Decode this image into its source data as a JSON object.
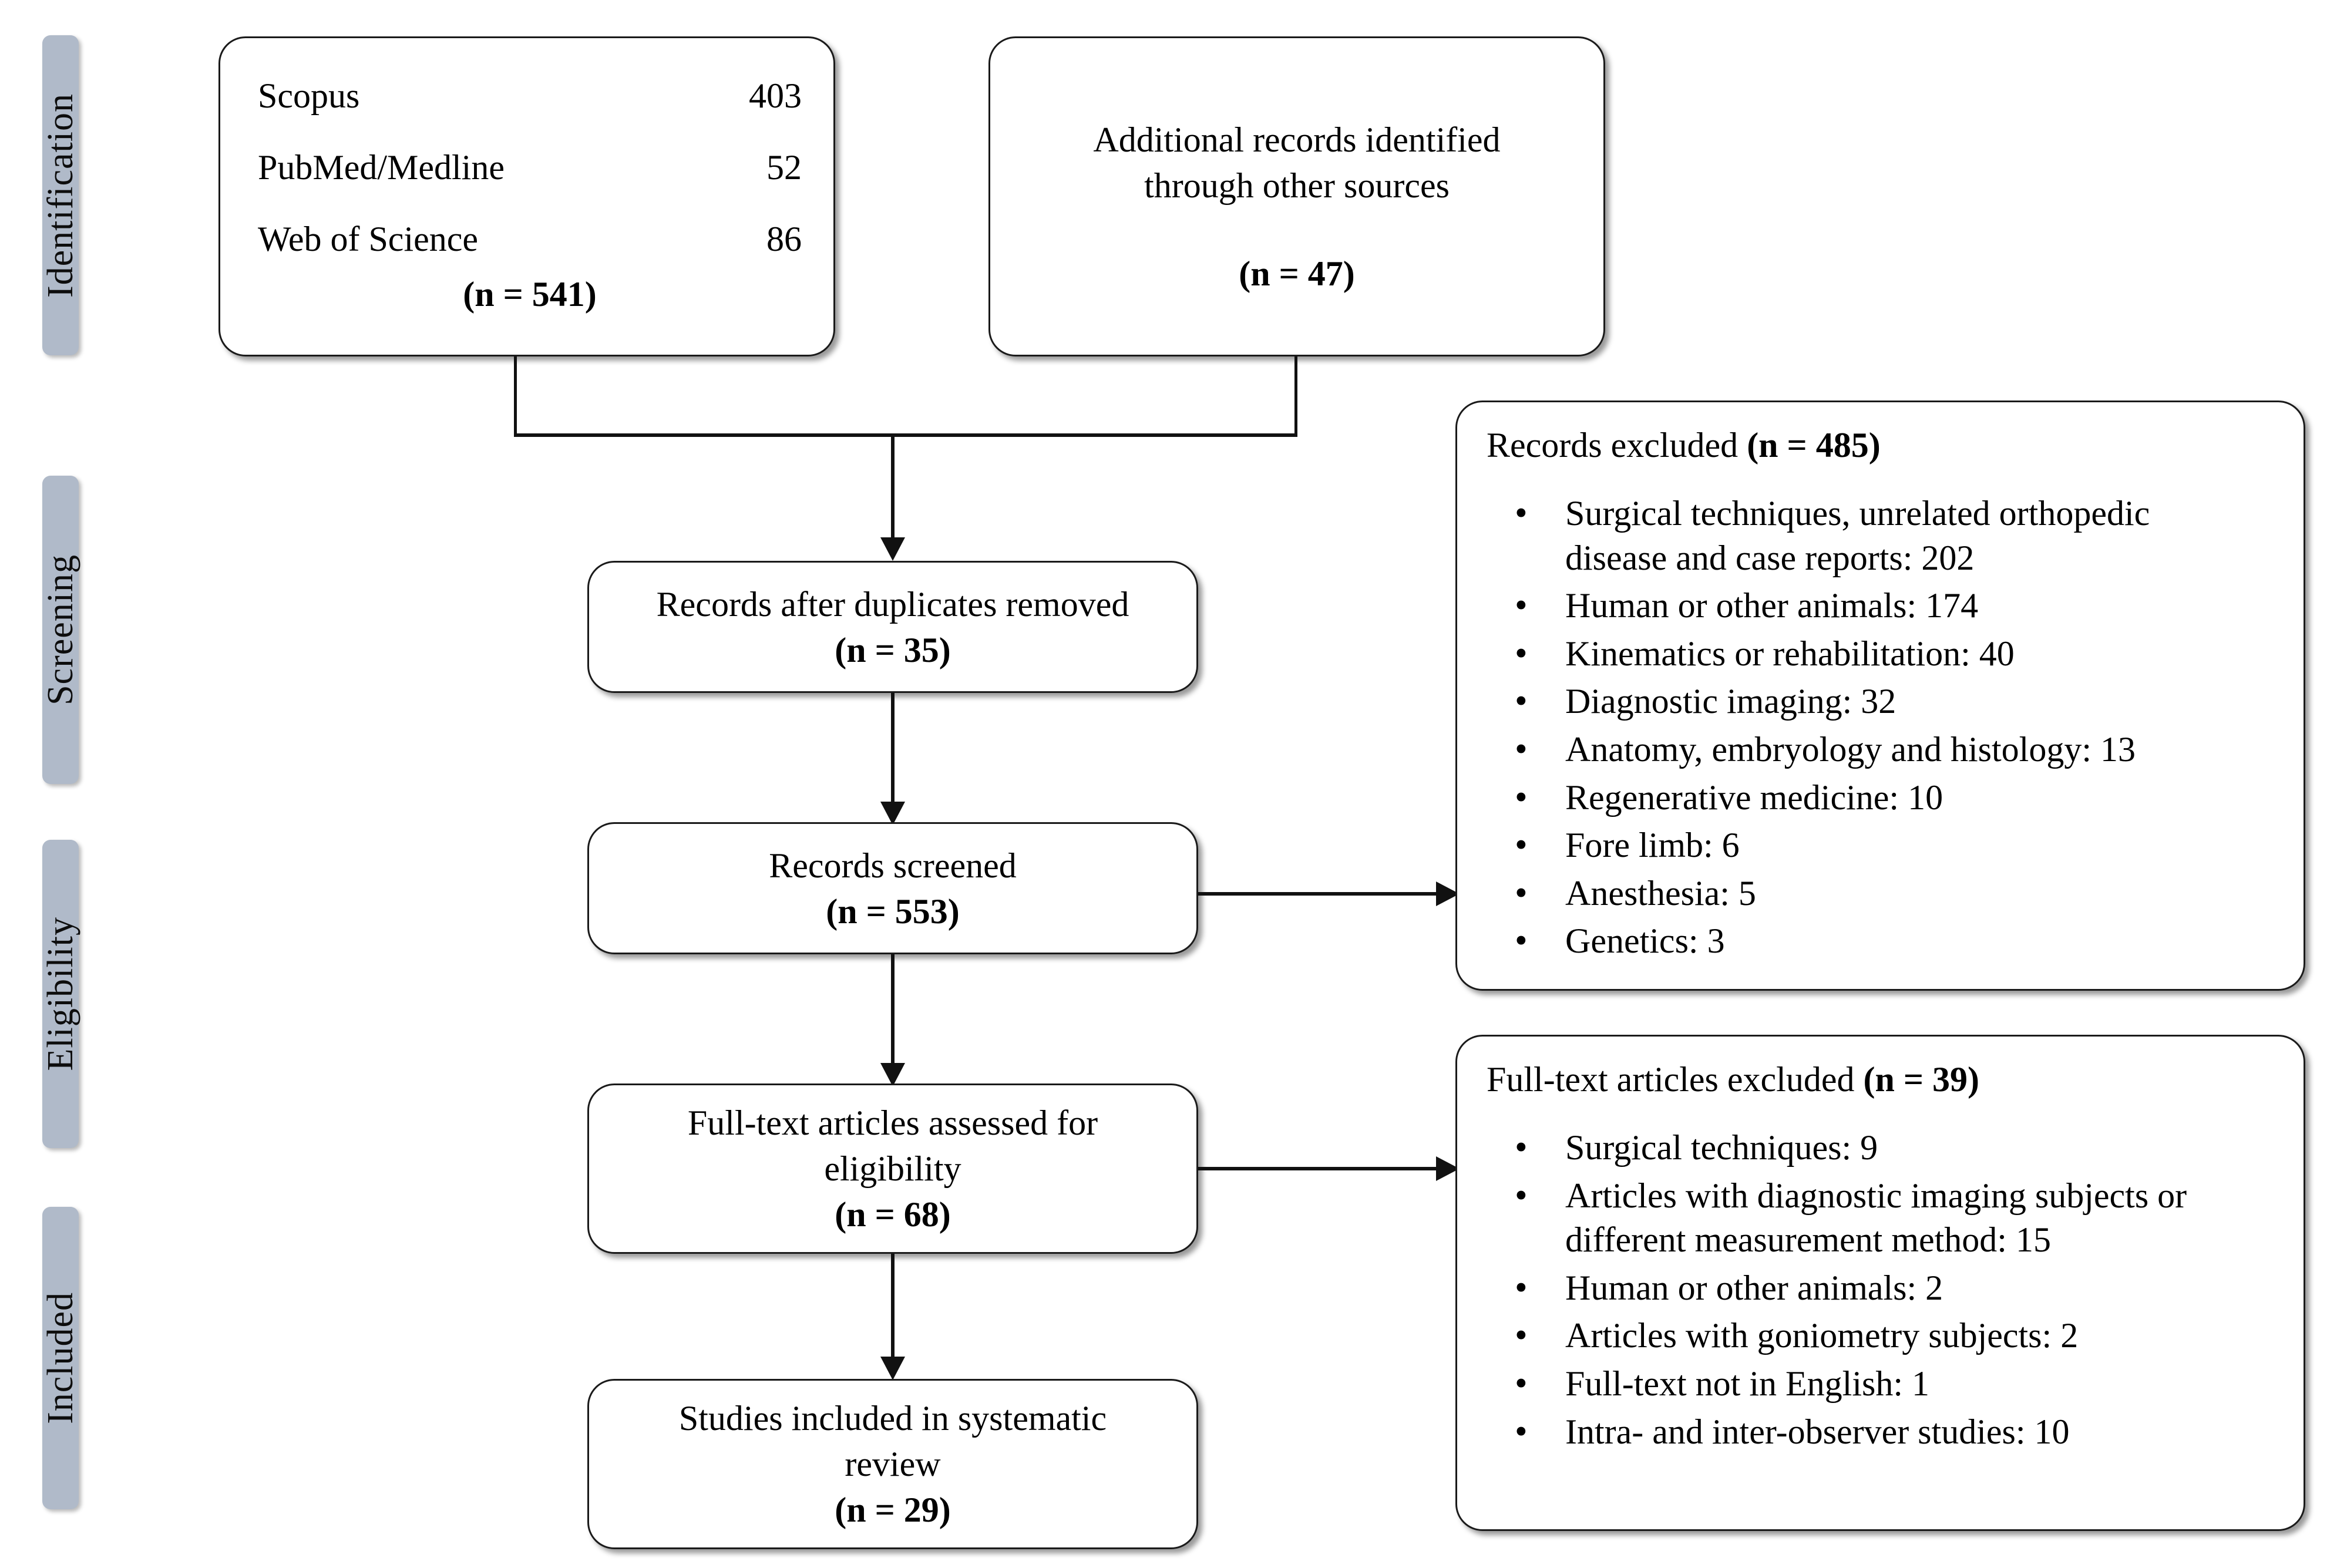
{
  "phases": [
    {
      "label": "Identification"
    },
    {
      "label": "Screening"
    },
    {
      "label": "Eligibility"
    },
    {
      "label": "Included"
    }
  ],
  "sources_box": {
    "rows": [
      {
        "name": "Scopus",
        "count": "403"
      },
      {
        "name": "PubMed/Medline",
        "count": "52"
      },
      {
        "name": "Web of Science",
        "count": "86"
      }
    ],
    "total": "(n = 541)"
  },
  "additional_box": {
    "line1": "Additional records identified",
    "line2": "through other sources",
    "total": "(n = 47)"
  },
  "duplicates_box": {
    "line1": "Records after duplicates removed",
    "total": "(n = 35)"
  },
  "screened_box": {
    "line1": "Records screened",
    "total": "(n = 553)"
  },
  "fulltext_box": {
    "line1": "Full-text articles assessed for",
    "line2": "eligibility",
    "total": "(n = 68)"
  },
  "included_box": {
    "line1": "Studies included in systematic",
    "line2": "review",
    "total": "(n = 29)"
  },
  "records_excluded": {
    "title_text": "Records excluded ",
    "title_count": "(n = 485)",
    "items": [
      "Surgical techniques, unrelated orthopedic disease and case reports: 202",
      "Human or other animals: 174",
      "Kinematics or rehabilitation: 40",
      "Diagnostic imaging: 32",
      "Anatomy, embryology and histology: 13",
      "Regenerative medicine: 10",
      "Fore limb: 6",
      "Anesthesia: 5",
      "Genetics: 3"
    ]
  },
  "fulltext_excluded": {
    "title_text": "Full-text articles excluded ",
    "title_count": "(n = 39)",
    "items": [
      "Surgical techniques: 9",
      "Articles with diagnostic imaging subjects or different measurement method: 15",
      "Human or other animals: 2",
      "Articles with goniometry subjects: 2",
      "Full-text not in English: 1",
      "Intra- and inter-observer studies: 10"
    ]
  },
  "colors": {
    "phase_band": "#b0bac9",
    "box_border": "#1a1a1a",
    "connector": "#111111",
    "background": "#ffffff"
  }
}
